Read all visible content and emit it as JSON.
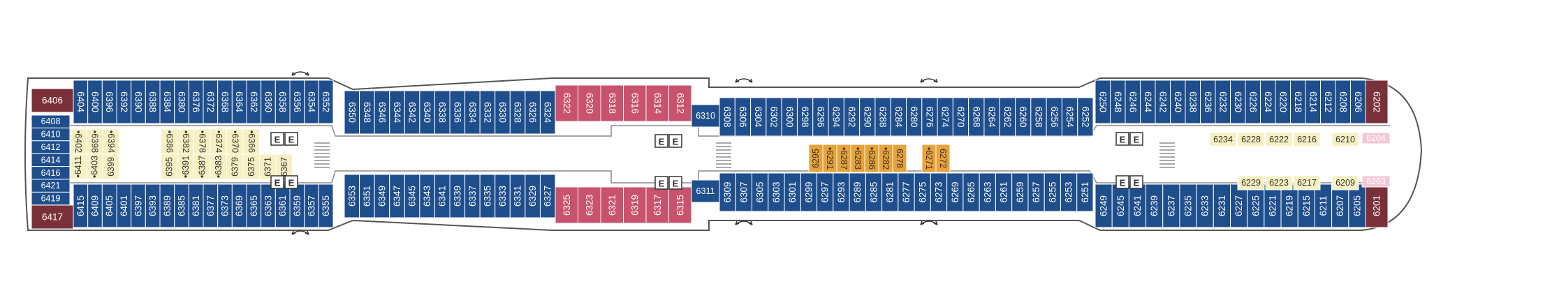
{
  "colors": {
    "hull_outline": "#555555",
    "inside_blue": "#1f4e8c",
    "outside_red": "#c9536d",
    "suite_maroon": "#7a3038",
    "balcony_cream": "#f6f0c2",
    "premium_orange": "#e8a23a",
    "pink_small": "#f2c8d6",
    "corridor": "#ffffff",
    "text_light": "#ffffff",
    "text_dark": "#333333"
  },
  "icons": {
    "elevator": "E",
    "stairs": "stairs-icon",
    "door_arrow": "double-arrow-icon",
    "accessible_dot": "bullet"
  },
  "aft_suites": {
    "top": "6406",
    "bottom": "6417"
  },
  "aft_column": [
    "6408",
    "6410",
    "6412",
    "6414",
    "6416",
    "6421",
    "6419"
  ],
  "aft_top_row": [
    "6404",
    "6400",
    "6396",
    "6392",
    "6390",
    "6388",
    "6384",
    "6380",
    "6376",
    "6372",
    "6368",
    "6364",
    "6362",
    "6360",
    "6358",
    "6356",
    "6354",
    "6352"
  ],
  "aft_bottom_row": [
    "6415",
    "6409",
    "6405",
    "6401",
    "6397",
    "6393",
    "6389",
    "6385",
    "6381",
    "6377",
    "6373",
    "6369",
    "6365",
    "6363",
    "6361",
    "6359",
    "6357",
    "6355"
  ],
  "aft_inner_top": [
    "6402",
    "6398",
    "6394",
    "6386",
    "6382",
    "6378",
    "6374",
    "6370",
    "6366"
  ],
  "aft_inner_top_dot": [
    true,
    true,
    true,
    true,
    true,
    true,
    true,
    true,
    true
  ],
  "aft_inner_bottom": [
    "6411",
    "6403",
    "6399",
    "6395",
    "6391",
    "6387",
    "6383",
    "6379",
    "6375",
    "6371",
    "6367"
  ],
  "aft_inner_bottom_dot": [
    true,
    true,
    false,
    false,
    true,
    true,
    true,
    false,
    false,
    false,
    false
  ],
  "mid_top_row": [
    "6350",
    "6348",
    "6346",
    "6344",
    "6342",
    "6340",
    "6338",
    "6336",
    "6334",
    "6332",
    "6330",
    "6328",
    "6326",
    "6324"
  ],
  "mid_bottom_row": [
    "6353",
    "6351",
    "6349",
    "6347",
    "6345",
    "6343",
    "6341",
    "6339",
    "6337",
    "6335",
    "6333",
    "6331",
    "6329",
    "6327"
  ],
  "center_top_red": [
    "6322",
    "6320",
    "6318",
    "6316",
    "6314",
    "6312"
  ],
  "center_bottom_red": [
    "6325",
    "6323",
    "6321",
    "6319",
    "6317",
    "6315"
  ],
  "center_top_blue": "6310",
  "center_bottom_blue": "6311",
  "fore_top_row": [
    "6308",
    "6306",
    "6304",
    "6302",
    "6300",
    "6298",
    "6296",
    "6294",
    "6292",
    "6290",
    "6288",
    "6284",
    "6280",
    "6276",
    "6274",
    "6270",
    "6268",
    "6264",
    "6262",
    "6260",
    "6258",
    "6256",
    "6254",
    "6252"
  ],
  "fore_bottom_row": [
    "6309",
    "6307",
    "6305",
    "6303",
    "6301",
    "6299",
    "6297",
    "6293",
    "6289",
    "6285",
    "6281",
    "6277",
    "6275",
    "6273",
    "6269",
    "6265",
    "6263",
    "6261",
    "6259",
    "6257",
    "6255",
    "6253",
    "6251"
  ],
  "orange_top": [
    "6291",
    "6287",
    "6283",
    "6286",
    "6282",
    "6278",
    "6271",
    "6272"
  ],
  "orange_top_dot": [
    true,
    true,
    true,
    true,
    true,
    false,
    true,
    false
  ],
  "orange_bottom": "6295",
  "bow_top_row": [
    "6250",
    "6248",
    "6246",
    "6244",
    "6242",
    "6240",
    "6238",
    "6236",
    "6232",
    "6230",
    "6226",
    "6224",
    "6220",
    "6218",
    "6214",
    "6212",
    "6208",
    "6206"
  ],
  "bow_bottom_row": [
    "6249",
    "6245",
    "6241",
    "6239",
    "6237",
    "6235",
    "6233",
    "6231",
    "6227",
    "6225",
    "6221",
    "6219",
    "6215",
    "6211",
    "6207",
    "6205"
  ],
  "bow_suites": {
    "top": "6202",
    "bottom": "6201"
  },
  "bow_inner_top": [
    "6234",
    "6228",
    "6222",
    "6216",
    "6210"
  ],
  "bow_inner_bottom": [
    "6229",
    "6223",
    "6217",
    "6209"
  ],
  "bow_pink": {
    "top": "6204",
    "bottom": "6203"
  },
  "elevator_label": "E"
}
